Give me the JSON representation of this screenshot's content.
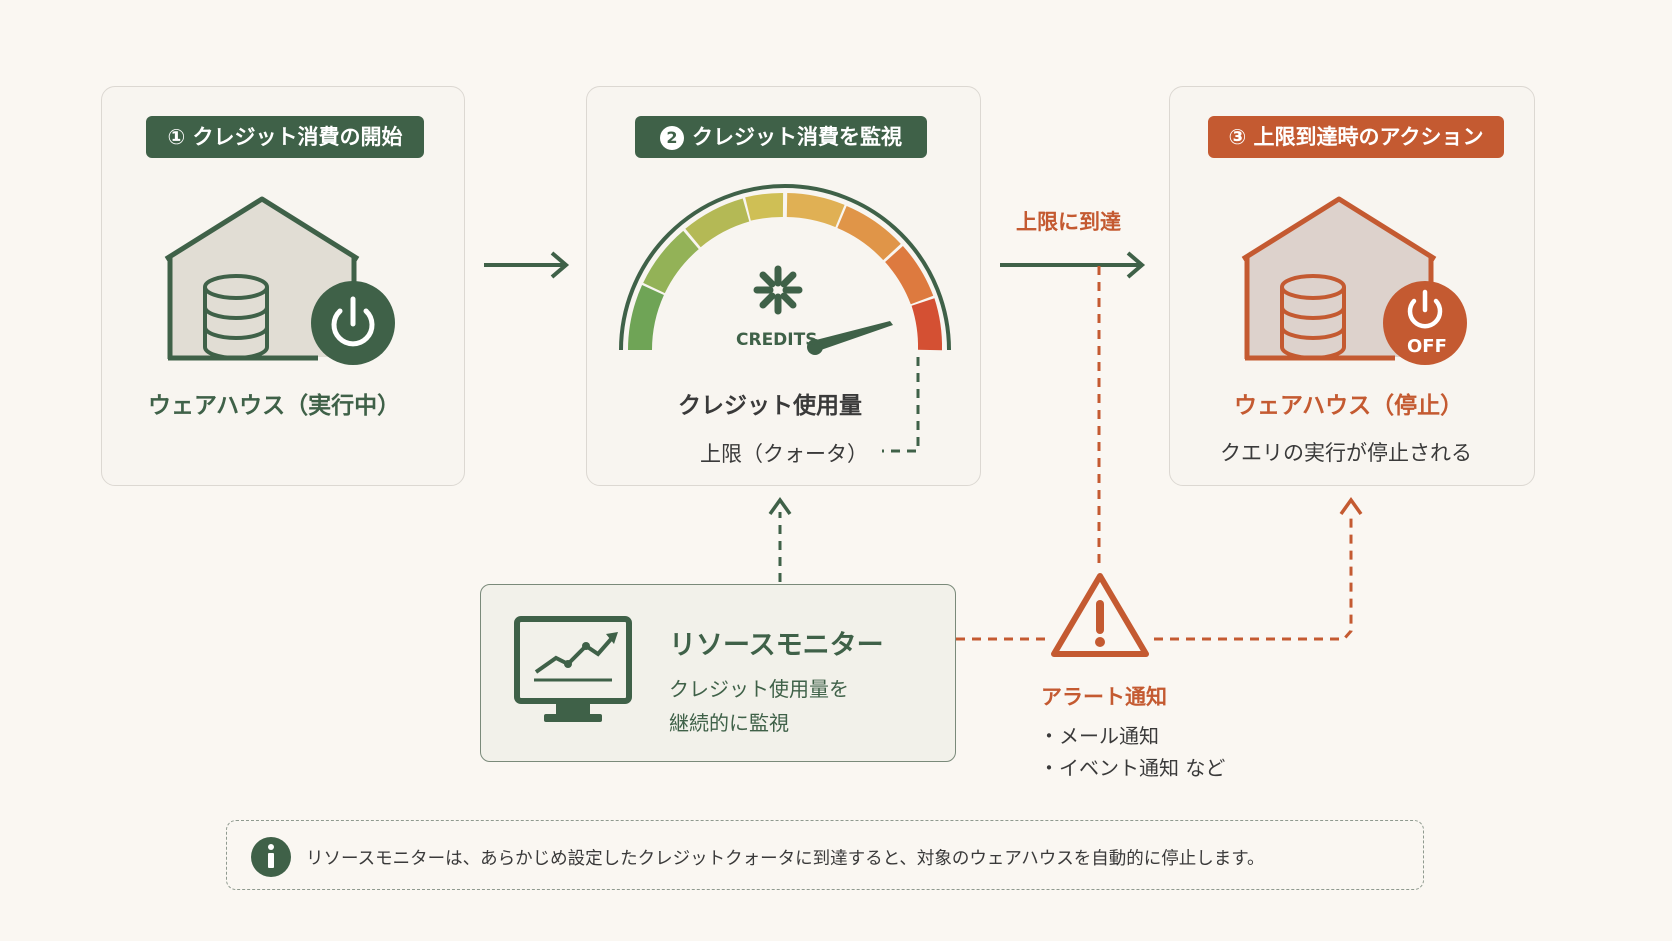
{
  "step1": {
    "title": "① クレジット消費の開始",
    "label": "ウェアハウス（実行中）"
  },
  "step2": {
    "title": "クレジット消費を監視",
    "number": "2",
    "gauge_text": "CREDITS",
    "label": "クレジット使用量",
    "limit_label": "上限（クォータ）"
  },
  "step3": {
    "title": "③ 上限到達時のアクション",
    "label": "ウェアハウス（停止）",
    "off_text": "OFF",
    "description": "クエリの実行が停止される"
  },
  "arrow_label": "上限に到達",
  "monitor": {
    "title": "リソースモニター",
    "line1": "クレジット使用量を",
    "line2": "継続的に監視"
  },
  "alert": {
    "title": "アラート通知",
    "items": [
      "・メール通知",
      "・イベント通知 など"
    ]
  },
  "note": {
    "text": "リソースモニターは、あらかじめ設定したクレジットクォータに到達すると、対象のウェアハウスを自動的に停止します。"
  },
  "colors": {
    "green": "#3f6148",
    "orange": "#c45a31",
    "background": "#faf7f2"
  }
}
